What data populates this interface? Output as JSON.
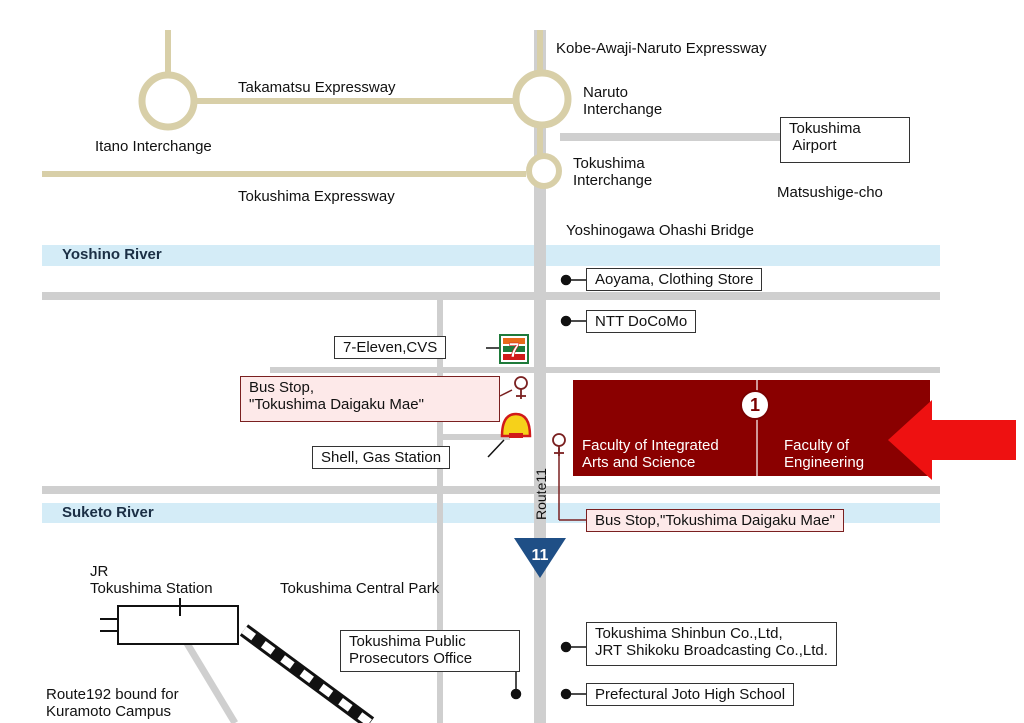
{
  "roads": {
    "kobe_awaji": "Kobe-Awaji-Naruto Expressway",
    "takamatsu": "Takamatsu Expressway",
    "tokushima_exp": "Tokushima Expressway",
    "route11_label": "Route11",
    "route11_badge": "11",
    "route192": "Route192 bound for\nKuramoto Campus"
  },
  "interchanges": {
    "naruto": "Naruto\nInterchange",
    "itano": "Itano Interchange",
    "tokushima": "Tokushima\nInterchange"
  },
  "places": {
    "airport": "Tokushima\n Airport",
    "matsushige": "Matsushige-cho",
    "ohashi": "Yoshinogawa Ohashi Bridge",
    "aoyama": "Aoyama, Clothing Store",
    "docomo": "NTT DoCoMo",
    "seven": "7-Eleven,CVS",
    "bus_left": "Bus Stop,\n\"Tokushima Daigaku Mae\"",
    "shell": "Shell, Gas Station",
    "bus_right": "Bus Stop,\"Tokushima Daigaku Mae\"",
    "jr": "JR\nTokushima Station",
    "park": "Tokushima Central Park",
    "prosecutors": "Tokushima Public\nProsecutors Office",
    "shinbun": "Tokushima Shinbun Co.,Ltd,\nJRT Shikoku Broadcasting Co.,Ltd.",
    "joto": "Prefectural Joto High School"
  },
  "rivers": {
    "yoshino": "Yoshino River",
    "suketo": "Suketo River"
  },
  "campus": {
    "number": "1",
    "faculty_ias": "Faculty of Integrated\nArts and Science",
    "faculty_eng": "Faculty of\nEngineering"
  },
  "colors": {
    "expressway": "#d8cfa8",
    "road": "#cfcfcf",
    "river": "#d4ecf7",
    "campus": "#8a0000",
    "arrow": "#ee1111",
    "route_badge": "#1f4f86"
  }
}
